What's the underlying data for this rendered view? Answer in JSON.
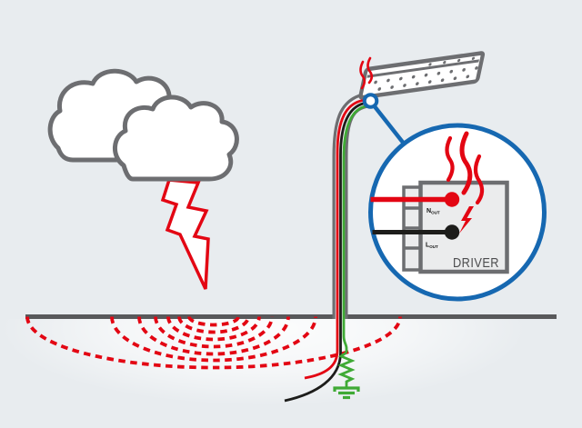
{
  "colors": {
    "background": "#e8ecef",
    "outline": "#6d6e71",
    "ground": "#58595b",
    "red": "#e30613",
    "blue": "#1668b1",
    "green": "#3faa35",
    "wire-black": "#1d1d1b",
    "panel": "#ebeced",
    "pole-fill": "#eef0f2",
    "text-dark": "#4d4d4f",
    "white": "#ffffff"
  },
  "callout": {
    "driver_label": "DRIVER",
    "terminals": [
      {
        "id": "n-out",
        "label": "N",
        "sub": "OUT"
      },
      {
        "id": "l-out",
        "label": "L",
        "sub": "OUT"
      }
    ]
  }
}
